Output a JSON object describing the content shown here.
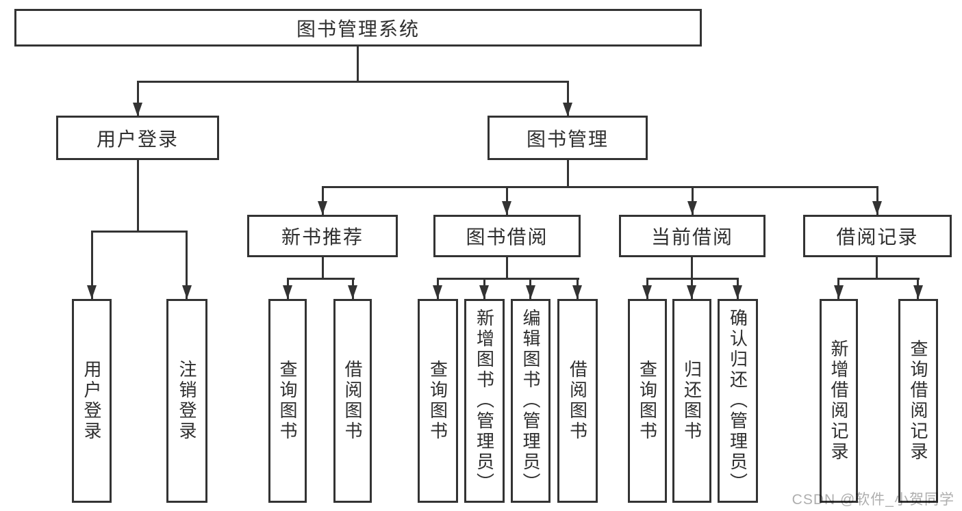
{
  "diagram_title": "图书管理系统",
  "tree": {
    "root": {
      "label": "图书管理系统"
    },
    "branches": [
      {
        "label": "用户登录",
        "children": [
          {
            "label": "用户登录"
          },
          {
            "label": "注销登录"
          }
        ]
      },
      {
        "label": "图书管理",
        "children": [
          {
            "label": "新书推荐",
            "children": [
              {
                "label": "查询图书"
              },
              {
                "label": "借阅图书"
              }
            ]
          },
          {
            "label": "图书借阅",
            "children": [
              {
                "label": "查询图书"
              },
              {
                "label": "新增图书（管理员）"
              },
              {
                "label": "编辑图书（管理员）"
              },
              {
                "label": "借阅图书"
              }
            ]
          },
          {
            "label": "当前借阅",
            "children": [
              {
                "label": "查询图书"
              },
              {
                "label": "归还图书"
              },
              {
                "label": "确认归还（管理员）"
              }
            ]
          },
          {
            "label": "借阅记录",
            "children": [
              {
                "label": "新增借阅记录"
              },
              {
                "label": "查询借阅记录"
              }
            ]
          }
        ]
      }
    ]
  },
  "watermark": "CSDN @软件_小贺同学",
  "colors": {
    "line": "#333333",
    "text": "#2e2e2e",
    "watermark": "#aeaeae",
    "background": "#ffffff"
  }
}
